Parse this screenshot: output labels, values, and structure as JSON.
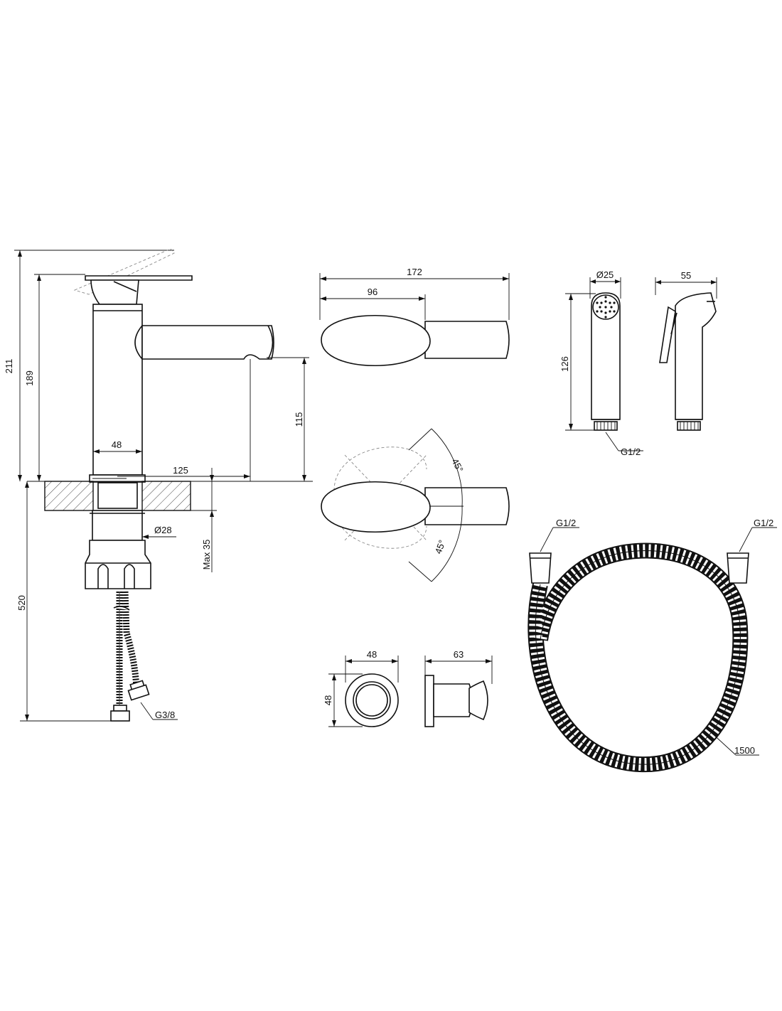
{
  "faucet": {
    "dim_211": "211",
    "dim_189": "189",
    "dim_115": "115",
    "dim_48": "48",
    "dim_125": "125",
    "dim_dia28": "Ø28",
    "dim_max35": "Max 35",
    "dim_520": "520",
    "thread_g38": "G3/8"
  },
  "handle_views": {
    "dim_172": "172",
    "dim_96": "96",
    "angle_top": "45°",
    "angle_bottom": "45°"
  },
  "bidet_shower": {
    "dim_dia25": "Ø25",
    "dim_55": "55",
    "dim_126": "126",
    "thread_g12": "G1/2"
  },
  "holder": {
    "dim_48_width": "48",
    "dim_48_height": "48",
    "dim_63": "63"
  },
  "hose": {
    "thread_left": "G1/2",
    "thread_right": "G1/2",
    "length": "1500"
  }
}
